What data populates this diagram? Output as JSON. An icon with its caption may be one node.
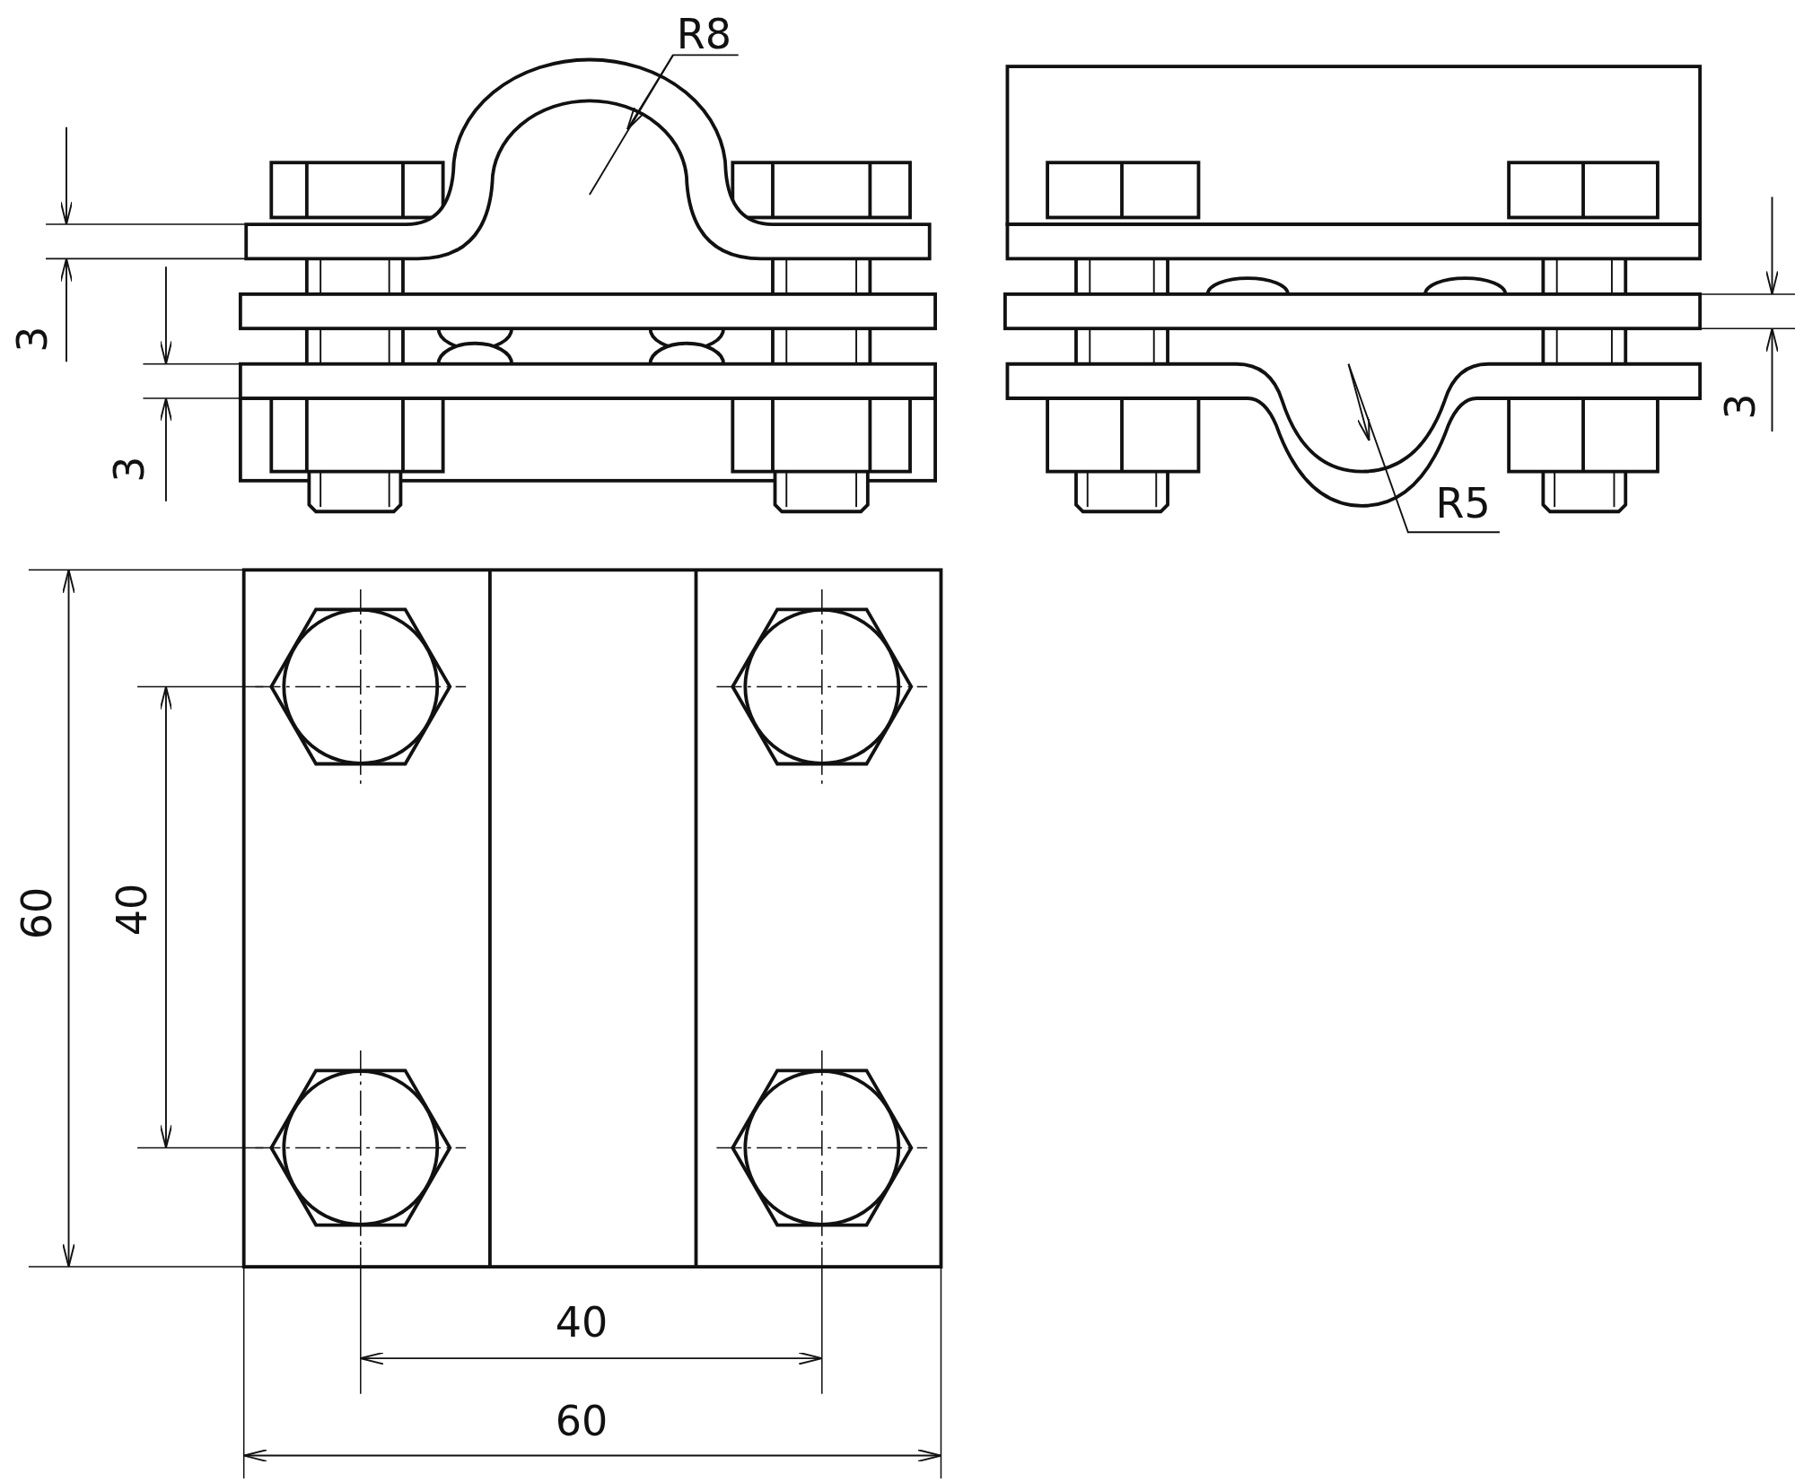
{
  "diagram": {
    "labels": [
      "R8",
      "3",
      "3",
      "R5",
      "3",
      "60",
      "40",
      "40",
      "60"
    ]
  }
}
